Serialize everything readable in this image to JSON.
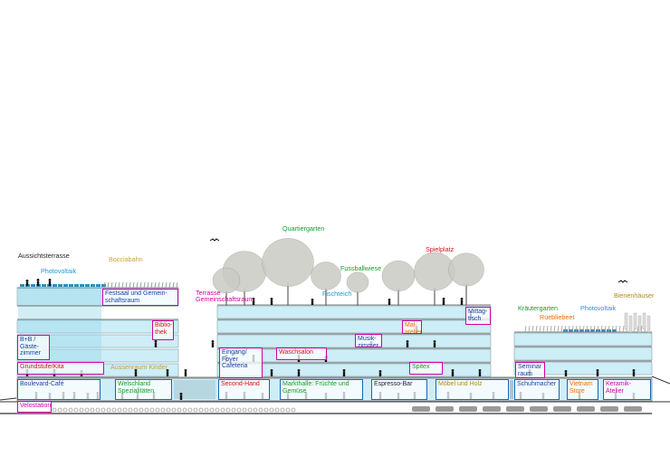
{
  "colors": {
    "black": "#222222",
    "blue": "#1f9ad6",
    "darkblue": "#1b3fa0",
    "tan": "#c8a23a",
    "green": "#169a2a",
    "red": "#d4111a",
    "magenta": "#d3009e",
    "orange": "#f06a00",
    "olive": "#b08a18",
    "brown": "#a07d20",
    "boxPink": "#d3009e",
    "boxBlue": "#1b64b8",
    "glass": "#cdeef6",
    "glassDark": "#9cd8e8"
  },
  "labels": {
    "aussichtsterrasse": "Aussichtsterrasse",
    "photovoltaik_left": "Photovoltaik",
    "bocciabahn": "Bocciabahn",
    "quartiergarten": "Quartiergarten",
    "spielplatz": "Spielplatz",
    "fussballwiese": "Fussballwiese",
    "fischteich": "Fischteich",
    "terrasse": "Terrasse",
    "terrasse_sub": "Gemeinschaftsraum",
    "kraeutergarten": "Kräutergarten",
    "photovoltaik_right": "Photovoltaik",
    "rueblibeet": "Rüebliebeet",
    "bienenhaeuser": "Bienenhäuser",
    "aussenraum_kinder": "Aussenraum Kinder"
  },
  "rooms": {
    "festsaal": "Festsaal und Gemein- schaftsraum",
    "bibliothek": "Biblio- thek",
    "mittagstisch": "Mittag- tisch",
    "mal_atelier": "Mal- atelier",
    "musikzimmer": "Musik- zimmer",
    "bb_gaeste": "B+B / Gäste- zimmer",
    "eingang": "Eingang/ Foyer Cafeteria",
    "waschsalon": "Waschsalon",
    "grundstufe": "Grundstufe/Kita",
    "spitex": "Spitex",
    "seminar": "Seminar raum",
    "boulevard": "Boulevard-Café",
    "welschland": "Welschland Spezialitäten",
    "second_hand": "Second-Hand",
    "markthalle": "Markthalle: Früchte und Gemüse",
    "espresso": "Espresso-Bar",
    "moebel": "Möbel und Holz",
    "schuhmacher": "Schuhmacher",
    "vietnam": "Vietnam Store",
    "keramik": "Keramik-Atelier",
    "velostation": "Velostation"
  }
}
